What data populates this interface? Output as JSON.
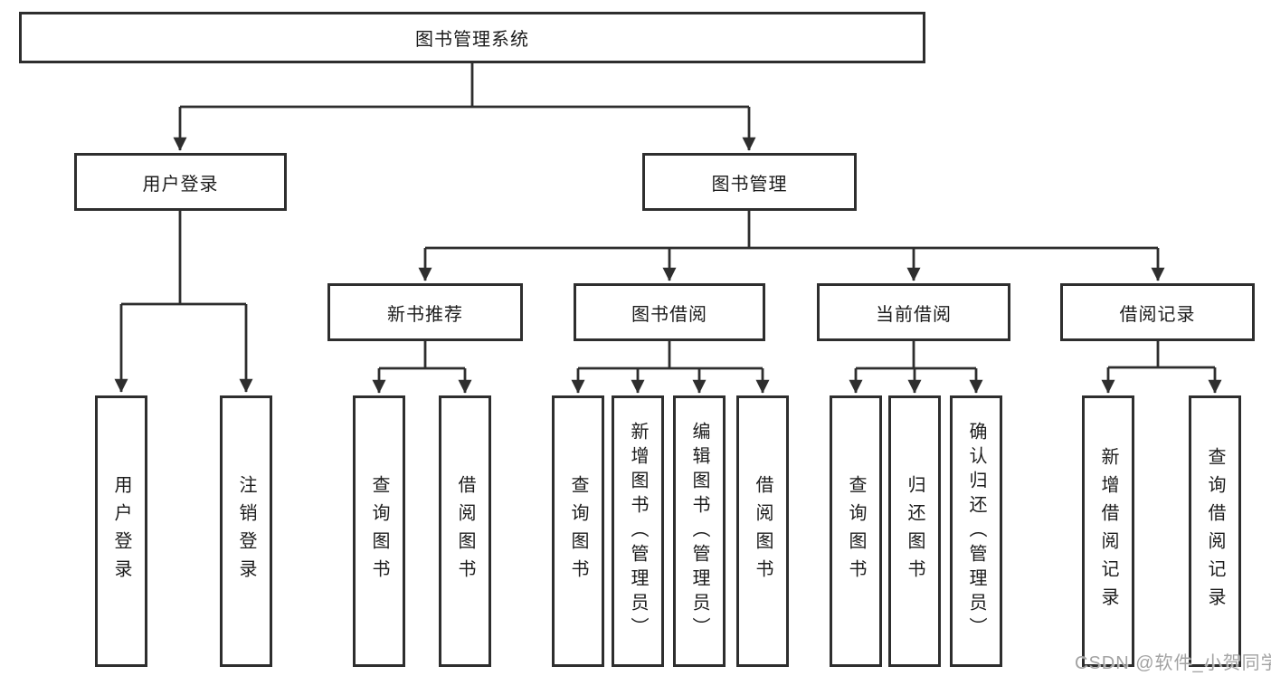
{
  "diagram": {
    "root": {
      "label": "图书管理系统"
    },
    "branches": [
      {
        "label": "用户登录",
        "children": [
          {
            "label": "用户登录"
          },
          {
            "label": "注销登录"
          }
        ]
      },
      {
        "label": "图书管理",
        "children": [
          {
            "label": "新书推荐",
            "children": [
              {
                "label": "查询图书"
              },
              {
                "label": "借阅图书"
              }
            ]
          },
          {
            "label": "图书借阅",
            "children": [
              {
                "label": "查询图书"
              },
              {
                "label": "新增图书（管理员）"
              },
              {
                "label": "编辑图书（管理员）"
              },
              {
                "label": "借阅图书"
              }
            ]
          },
          {
            "label": "当前借阅",
            "children": [
              {
                "label": "查询图书"
              },
              {
                "label": "归还图书"
              },
              {
                "label": "确认归还（管理员）"
              }
            ]
          },
          {
            "label": "借阅记录",
            "children": [
              {
                "label": "新增借阅记录"
              },
              {
                "label": "查询借阅记录"
              }
            ]
          }
        ]
      }
    ]
  },
  "watermark": {
    "text": "CSDN @软件_小贺同学"
  },
  "colors": {
    "line": "#2e2e2e",
    "box_border": "#2e2e2e",
    "text": "#1c1c1c",
    "watermark": "#a3a3a3",
    "background": "#ffffff"
  }
}
